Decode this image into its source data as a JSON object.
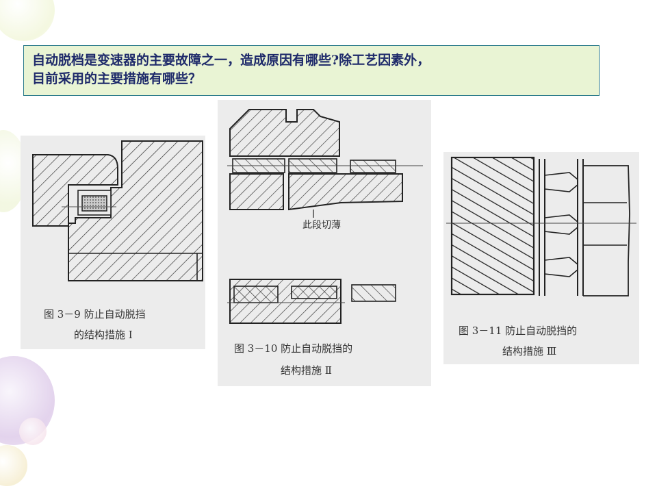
{
  "question": {
    "line1": "自动脱档是变速器的主要故障之一，造成原因有哪些?除工艺因素外，",
    "line2": "目前采用的主要措施有哪些？"
  },
  "figures": [
    {
      "caption_line1": "图 3－9   防止自动脱挡",
      "caption_line2": "的结构措施 Ⅰ"
    },
    {
      "annotation": "此段切薄",
      "caption_line1": "图 3－10   防止自动脱挡的",
      "caption_line2": "结构措施 Ⅱ"
    },
    {
      "caption_line1": "图 3－11   防止自动脱挡的",
      "caption_line2": "结构措施 Ⅲ"
    }
  ],
  "colors": {
    "box_border": "#2a7a8a",
    "box_fill": "#e9f4d4",
    "question_text": "#1e2a6a"
  }
}
